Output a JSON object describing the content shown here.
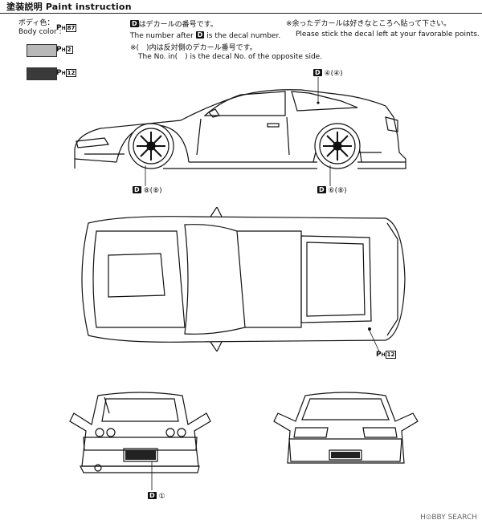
{
  "header": {
    "title_ja": "塗装説明",
    "title_en": "Paint instruction"
  },
  "body_color": {
    "label_ja": "ボディ色：",
    "label_en": "Body color :",
    "paint_code": "87"
  },
  "swatches": [
    {
      "paint_code": "2",
      "color": "#b8b8b8"
    },
    {
      "paint_code": "12",
      "color": "#3a3a3a"
    }
  ],
  "notes": {
    "decal_box": "D",
    "decal_number_ja": "はデカールの番号です。",
    "decal_number_en_pre": "The number after",
    "decal_number_en_post": "is the decal number.",
    "opposite_ja": "※(　)内は反対側のデカール番号です。",
    "opposite_en": "The No. in(　) is the decal No. of the opposite side.",
    "leftover_ja": "※余ったデカールは好きなところへ貼って下さい。",
    "leftover_en": "Please stick the decal left at your favorable points."
  },
  "paint_prefix": "P",
  "paint_sub": "H",
  "callouts": {
    "side_top": "④(④)",
    "side_front_wheel": "⑧(⑧)",
    "side_rear_wheel": "⑥(⑧)",
    "top_paint": "12",
    "rear_plate": "①"
  },
  "watermark": "H⊙BBY SEARCH"
}
